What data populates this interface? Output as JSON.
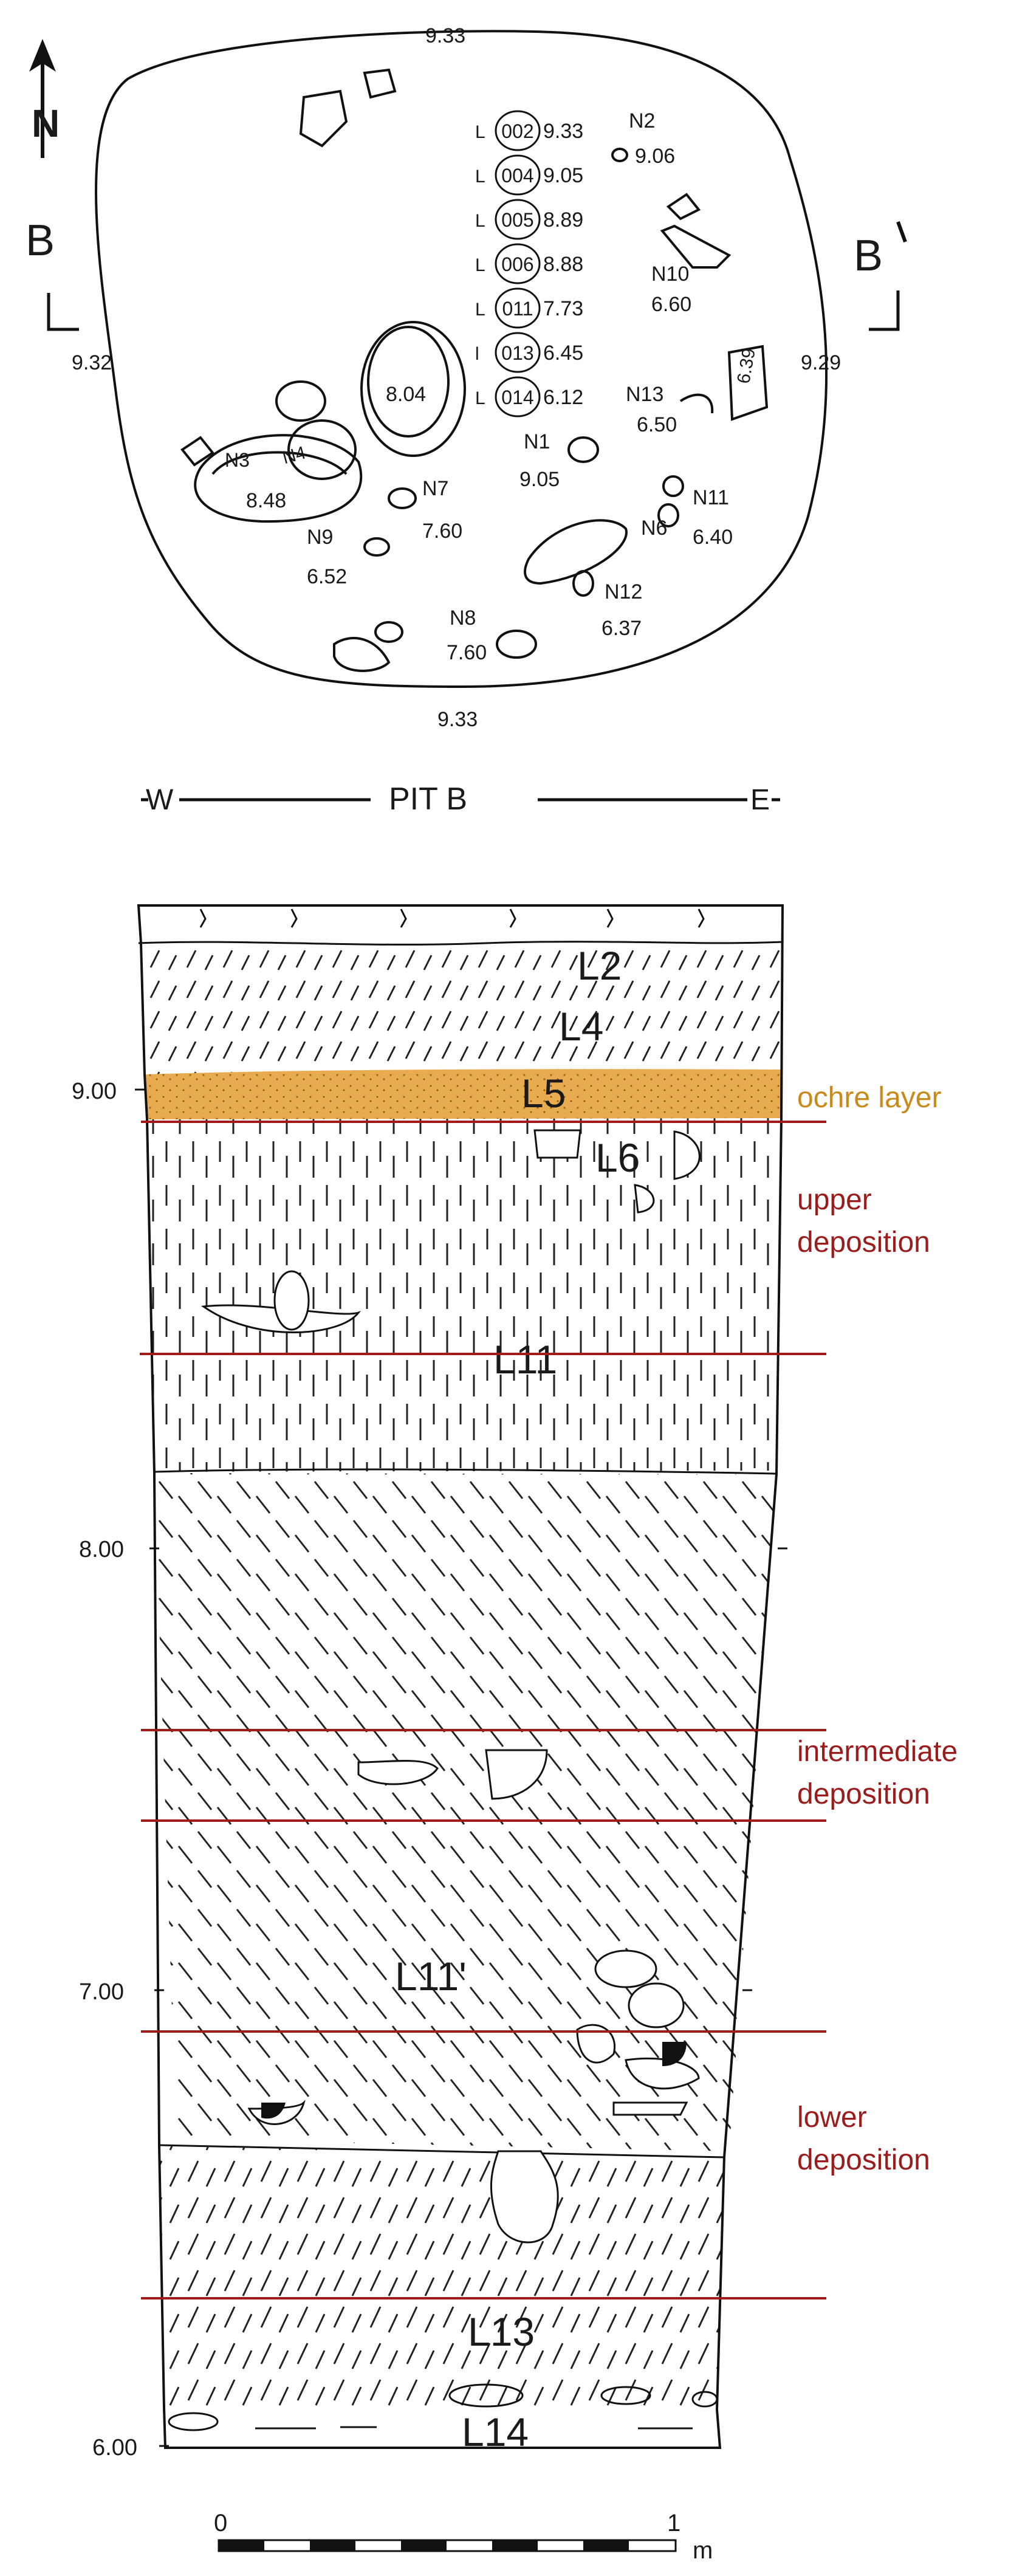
{
  "plan": {
    "north_label": "N",
    "top_elev": "9.33",
    "bottom_elev": "9.33",
    "left_elev": "9.32",
    "right_elev": "9.29",
    "section_left": "B",
    "section_right": "B",
    "layers_legend": [
      {
        "prefix": "L",
        "code": "002",
        "elev": "9.33"
      },
      {
        "prefix": "L",
        "code": "004",
        "elev": "9.05"
      },
      {
        "prefix": "L",
        "code": "005",
        "elev": "8.89"
      },
      {
        "prefix": "L",
        "code": "006",
        "elev": "8.88"
      },
      {
        "prefix": "L",
        "code": "011",
        "elev": "7.73"
      },
      {
        "prefix": "l",
        "code": "013",
        "elev": "6.45"
      },
      {
        "prefix": "L",
        "code": "014",
        "elev": "6.12"
      }
    ],
    "finds": [
      {
        "id": "N1",
        "elev": "9.05"
      },
      {
        "id": "N2",
        "elev": "9.06"
      },
      {
        "id": "N3",
        "elev": "8.48"
      },
      {
        "id": "N4",
        "elev": ""
      },
      {
        "id": "N6",
        "elev": ""
      },
      {
        "id": "N7",
        "elev": "7.60"
      },
      {
        "id": "N8",
        "elev": "7.60"
      },
      {
        "id": "N9",
        "elev": "6.52"
      },
      {
        "id": "N10",
        "elev": "6.60"
      },
      {
        "id": "N11",
        "elev": "6.40"
      },
      {
        "id": "N12",
        "elev": "6.37"
      },
      {
        "id": "N13",
        "elev": "6.50"
      }
    ],
    "stone_elevs": {
      "big_stone": "8.04",
      "right_stone": "6.39"
    }
  },
  "section": {
    "title": "PIT B",
    "west": "W",
    "east": "E",
    "elev_ticks": [
      "9.00",
      "8.00",
      "7.00",
      "6.00"
    ],
    "layers": {
      "L2": "L2",
      "L4": "L4",
      "L5": "L5",
      "L6": "L6",
      "L11": "L11",
      "L11p": "L11'",
      "L13": "L13",
      "L14": "L14"
    },
    "annotations": {
      "ochre": "ochre layer",
      "upper_1": "upper",
      "upper_2": "deposition",
      "inter_1": "intermediate",
      "inter_2": "deposition",
      "lower_1": "lower",
      "lower_2": "deposition"
    },
    "colors": {
      "ochre": "#e9ab4f",
      "red_line": "#a31a1a",
      "annotation_red": "#9b1c1c",
      "ochre_text": "#c98a1c"
    }
  },
  "scale_bar": {
    "start": "0",
    "end": "1",
    "unit": "m"
  }
}
